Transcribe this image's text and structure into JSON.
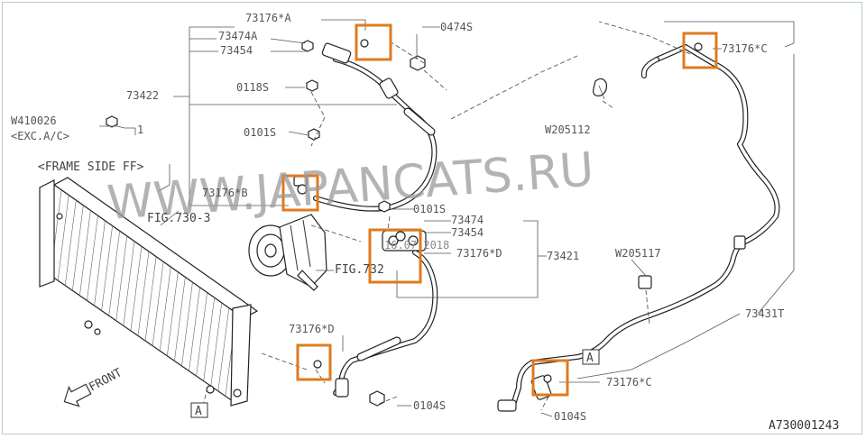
{
  "diagram_code": "A730001243",
  "watermark": "WWW.JAPANCATS.RU",
  "caption_exc": "W410026\n<EXC.A/C>",
  "frame_side": "<FRAME SIDE FF>",
  "front_label": "FRONT",
  "callout_letter": "A",
  "labels": {
    "p73176a": "73176*A",
    "p73474a": "73474A",
    "p73454_top": "73454",
    "p73422": "73422",
    "p0118s": "0118S",
    "p0474s": "0474S",
    "p0101s_top": "0101S",
    "p73176b": "73176*B",
    "fig7303": "FIG.730-3",
    "fig732": "FIG.732",
    "p0101s_mid": "0101S",
    "p73474": "73474",
    "p73454_mid": "73454",
    "p73176d_mid": "73176*D",
    "p73421": "73421",
    "p73176d_low": "73176*D",
    "p0104s_left": "0104S",
    "p73176c_top": "73176*C",
    "pw205112": "W205112",
    "pw205117": "W205117",
    "p73431t": "73431T",
    "p73176c_low": "73176*C",
    "p0104s_right": "0104S",
    "p1": "1",
    "date_stamp": "16.07.2018"
  }
}
